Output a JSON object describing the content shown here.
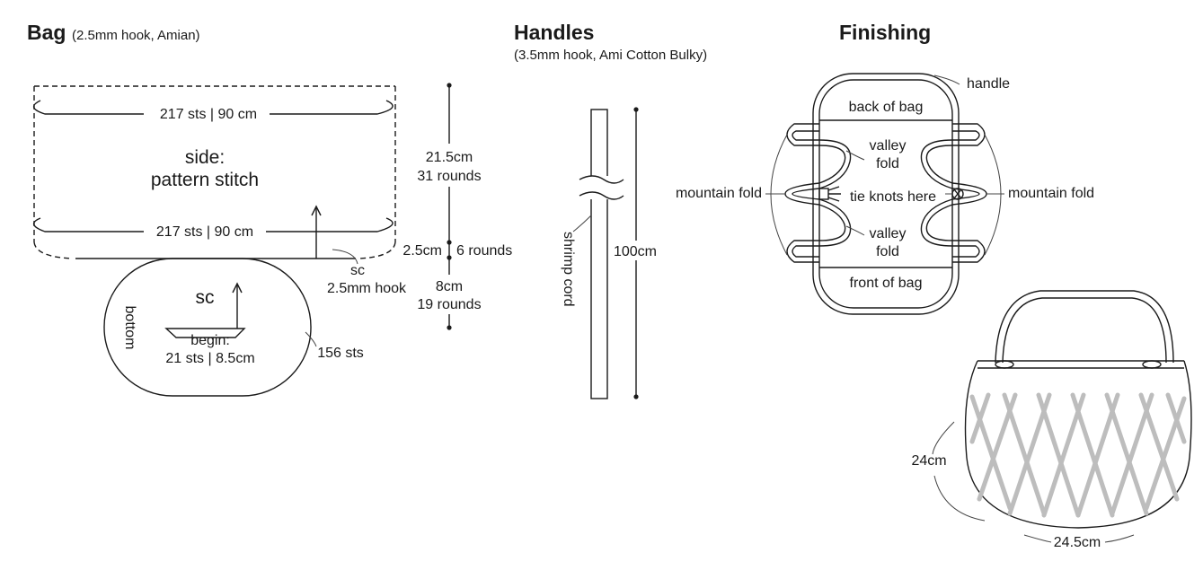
{
  "bag": {
    "title": "Bag",
    "subtitle": "(2.5mm hook, Amian)",
    "top_width": "217 sts | 90 cm",
    "bottom_width": "217 sts | 90 cm",
    "side_line1": "side:",
    "side_line2": "pattern stitch",
    "sc_label": "sc",
    "sc_hook": "2.5mm hook",
    "bottom_sc": "sc",
    "bottom_label": "bottom",
    "begin_line1": "begin:",
    "begin_line2": "21 sts | 8.5cm",
    "perimeter": "156 sts",
    "dim_side_cm": "21.5cm",
    "dim_side_rounds": "31 rounds",
    "dim_band_cm": "2.5cm",
    "dim_band_rounds": "6 rounds",
    "dim_bottom_cm": "8cm",
    "dim_bottom_rounds": "19 rounds"
  },
  "handles": {
    "title": "Handles",
    "subtitle": "(3.5mm hook, Ami Cotton Bulky)",
    "cord_label": "shrimp cord",
    "length": "100cm"
  },
  "finishing": {
    "title": "Finishing",
    "handle": "handle",
    "back": "back of bag",
    "front": "front of bag",
    "valley_top_1": "valley",
    "valley_top_2": "fold",
    "valley_bottom_1": "valley",
    "valley_bottom_2": "fold",
    "mountain_left": "mountain fold",
    "mountain_right": "mountain fold",
    "tie": "tie knots here",
    "height": "24cm",
    "width": "24.5cm"
  },
  "colors": {
    "ink": "#1a1a1a",
    "pattern": "#bdbdbd"
  }
}
